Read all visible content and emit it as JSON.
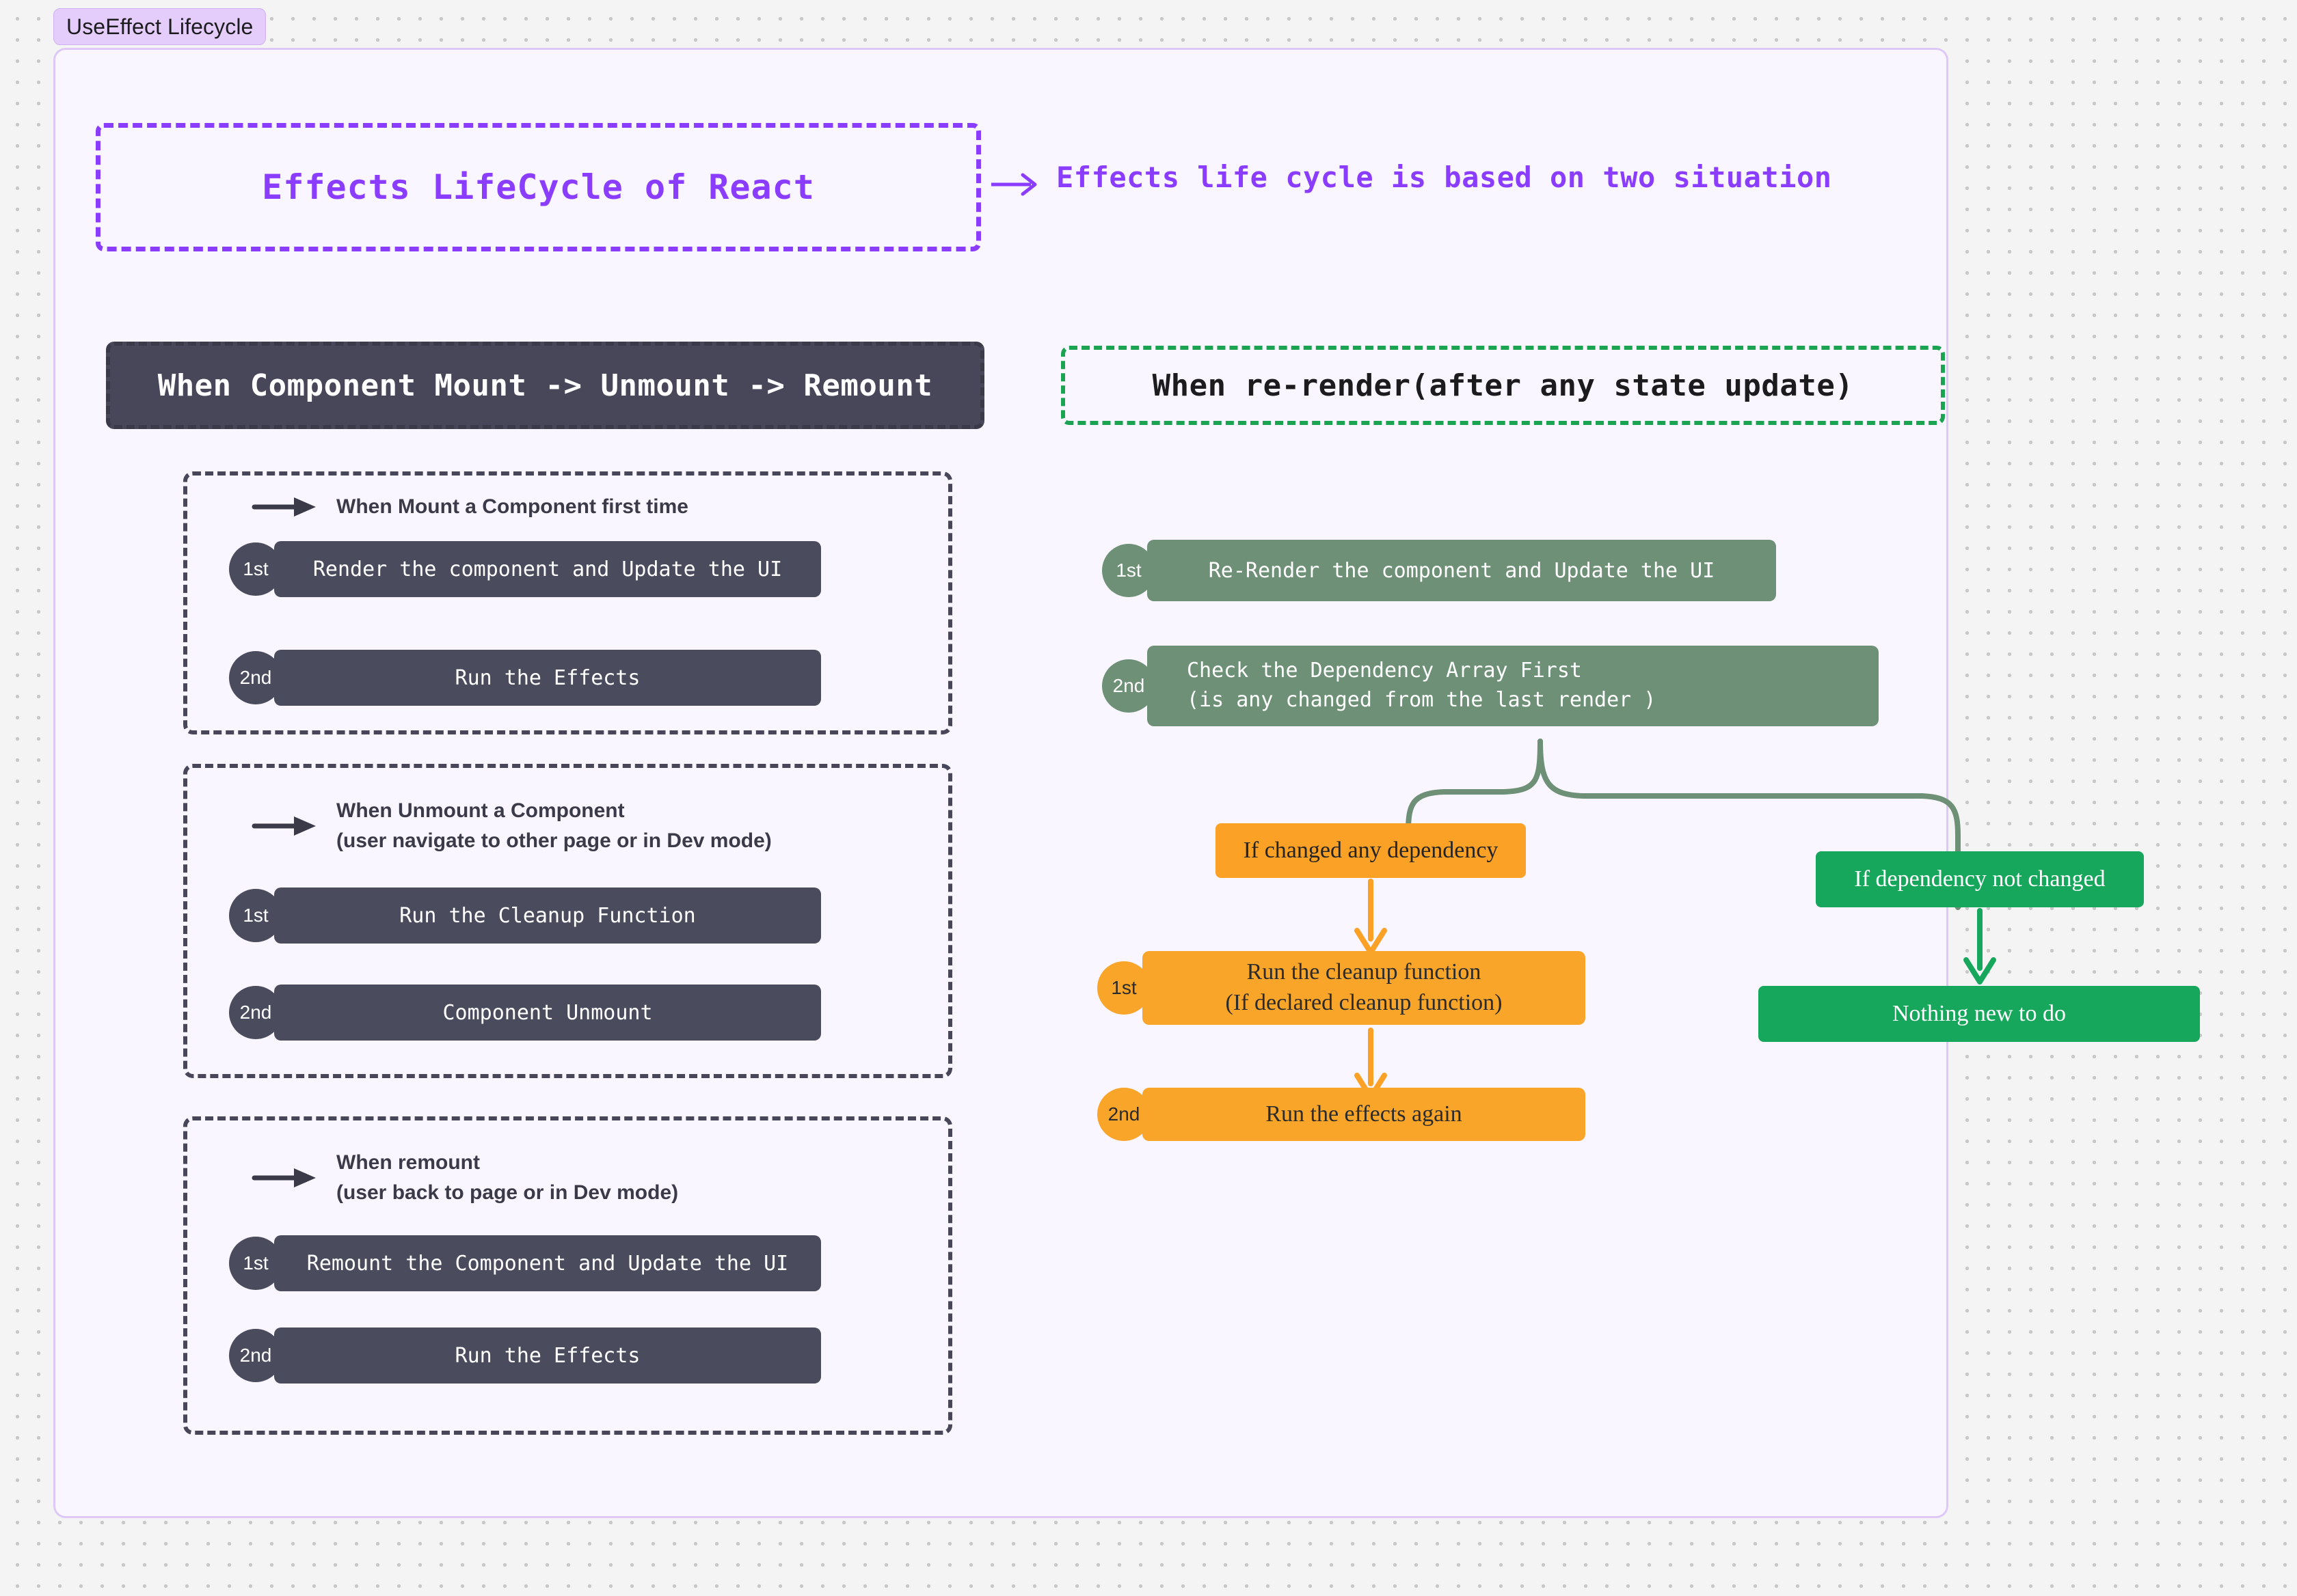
{
  "board": {
    "label": "UseEffect Lifecycle",
    "frame_color": "#ddc8f7",
    "bg_color": "#faf6ff"
  },
  "title": {
    "heading": "Effects LifeCycle of React",
    "note": "Effects life cycle is based on two situation",
    "accent_color": "#8b3dff",
    "arrow_icon": "arrow-right-icon"
  },
  "left_column": {
    "header": "When Component Mount -> Unmount -> Remount",
    "header_bg": "#474759",
    "groups": [
      {
        "title_lines": [
          "When Mount a Component first time"
        ],
        "arrow_icon": "arrow-right-icon",
        "steps": [
          {
            "order": "1st",
            "text": "Render the component and Update the UI"
          },
          {
            "order": "2nd",
            "text": "Run the Effects"
          }
        ]
      },
      {
        "title_lines": [
          "When Unmount a Component",
          "(user navigate to other page or in Dev mode)"
        ],
        "arrow_icon": "arrow-right-icon",
        "steps": [
          {
            "order": "1st",
            "text": "Run the Cleanup Function"
          },
          {
            "order": "2nd",
            "text": "Component Unmount"
          }
        ]
      },
      {
        "title_lines": [
          "When remount",
          "(user back to page or in Dev mode)"
        ],
        "arrow_icon": "arrow-right-icon",
        "steps": [
          {
            "order": "1st",
            "text": "Remount the Component and Update the UI"
          },
          {
            "order": "2nd",
            "text": "Run the Effects"
          }
        ]
      }
    ]
  },
  "right_column": {
    "header": "When re-render(after any state update)",
    "header_border": "#1aa351",
    "steps": [
      {
        "order": "1st",
        "text": "Re-Render the component and Update the UI"
      },
      {
        "order": "2nd",
        "line1": "Check the Dependency Array First",
        "line2": "(is any changed from the last render )"
      }
    ],
    "branch_changed": {
      "condition": "If  changed any dependency",
      "color": "#fba126",
      "steps": [
        {
          "order": "1st",
          "line1": "Run the cleanup function",
          "line2": "(If declared cleanup function)"
        },
        {
          "order": "2nd",
          "line1": "Run the effects again",
          "line2": ""
        }
      ]
    },
    "branch_unchanged": {
      "condition": "If dependency not changed",
      "result": "Nothing new to do",
      "color": "#16a75c"
    },
    "connector_color": "#6d9076"
  }
}
